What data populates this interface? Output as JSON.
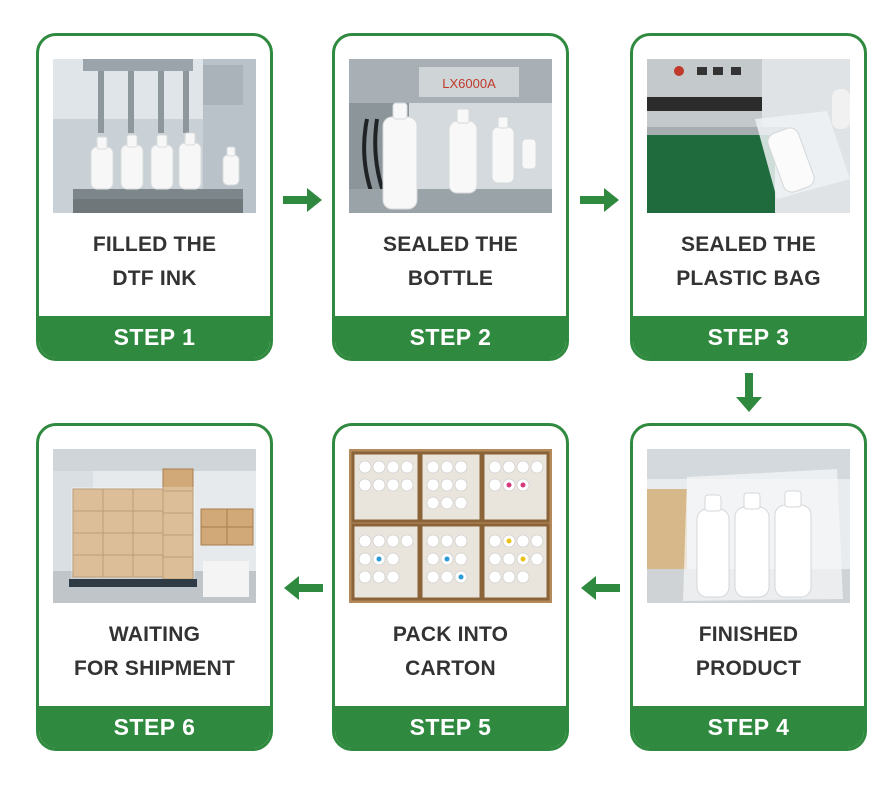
{
  "steps": [
    {
      "step": "STEP 1",
      "line1": "FILLED THE",
      "line2": "DTF INK"
    },
    {
      "step": "STEP 2",
      "line1": "SEALED THE",
      "line2": "BOTTLE"
    },
    {
      "step": "STEP 3",
      "line1": "SEALED THE",
      "line2": "PLASTIC BAG"
    },
    {
      "step": "STEP 4",
      "line1": "FINISHED",
      "line2": "PRODUCT"
    },
    {
      "step": "STEP 5",
      "line1": "PACK INTO",
      "line2": "CARTON"
    },
    {
      "step": "STEP 6",
      "line1": "WAITING",
      "line2": "FOR SHIPMENT"
    }
  ],
  "machine_label": "LX6000A",
  "colors": {
    "accent": "#2f8a3f",
    "text": "#333333"
  },
  "arrows": [
    "arrow-right-icon",
    "arrow-right-icon",
    "arrow-down-icon",
    "arrow-left-icon",
    "arrow-left-icon"
  ]
}
